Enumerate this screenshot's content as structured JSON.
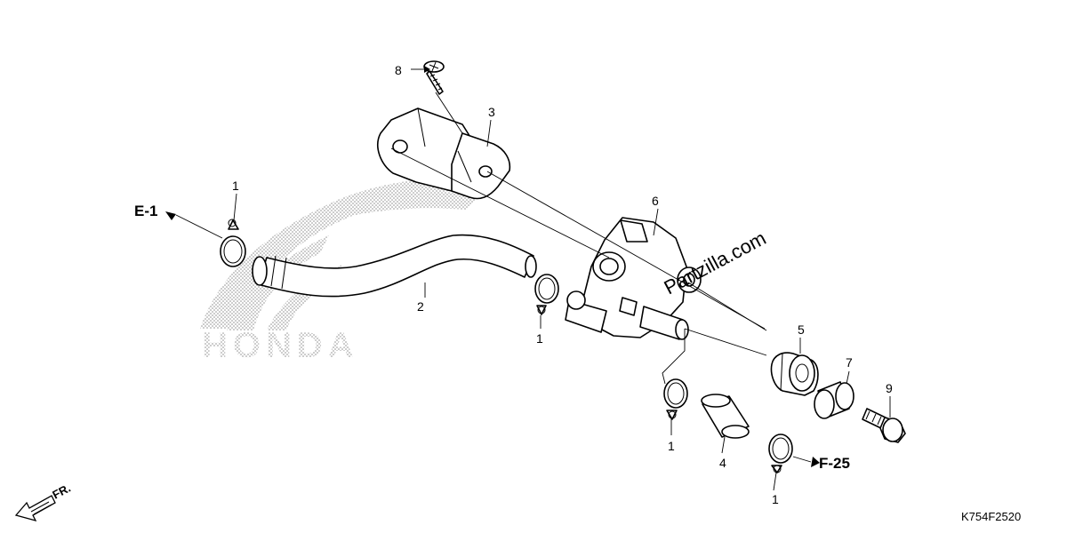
{
  "diagram": {
    "callouts": [
      {
        "id": "c8",
        "label": "8"
      },
      {
        "id": "c3",
        "label": "3"
      },
      {
        "id": "c1a",
        "label": "1"
      },
      {
        "id": "c6",
        "label": "6"
      },
      {
        "id": "c2",
        "label": "2"
      },
      {
        "id": "c1b",
        "label": "1"
      },
      {
        "id": "c5",
        "label": "5"
      },
      {
        "id": "c7",
        "label": "7"
      },
      {
        "id": "c9",
        "label": "9"
      },
      {
        "id": "c1c",
        "label": "1"
      },
      {
        "id": "c4",
        "label": "4"
      },
      {
        "id": "c1d",
        "label": "1"
      }
    ],
    "references": {
      "e1": "E-1",
      "f25": "F-25"
    },
    "direction_label": "FR.",
    "watermark": "Partzilla.com",
    "background_logo": "HONDA",
    "drawing_code": "K754F2520"
  }
}
